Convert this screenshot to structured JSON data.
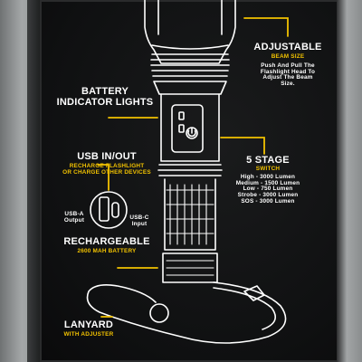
{
  "adjustable": {
    "title": "ADJUSTABLE",
    "subtitle": "BEAM SIZE",
    "desc": [
      "Push And Pull The",
      "Flashlight Head To",
      "Adjust The Beam",
      "Size."
    ]
  },
  "battery_indicator": {
    "title": [
      "BATTERY",
      "INDICATOR LIGHTS"
    ]
  },
  "usb": {
    "title": "USB IN/OUT",
    "subtitle": [
      "RECHARGE FLASHLIGHT",
      "OR CHARGE OTHER DEVICES"
    ],
    "usb_a": [
      "USB-A",
      "Output"
    ],
    "usb_c": [
      "USB-C",
      "Input"
    ]
  },
  "stage": {
    "title": "5 STAGE",
    "subtitle": "SWITCH",
    "modes": [
      "High - 3000 Lumen",
      "Medium - 1500 Lumen",
      "Low - 750 Lumen",
      "Strobe - 3000 Lumen",
      "SOS - 3000 Lumen"
    ]
  },
  "rechargeable": {
    "title": "RECHARGEABLE",
    "subtitle": "2600 MAH BATTERY"
  },
  "lanyard": {
    "title": "LANYARD",
    "subtitle": "WITH ADJUSTER"
  },
  "colors": {
    "accent": "#f2c200",
    "line": "#ffffff",
    "box": "#0f1011"
  }
}
